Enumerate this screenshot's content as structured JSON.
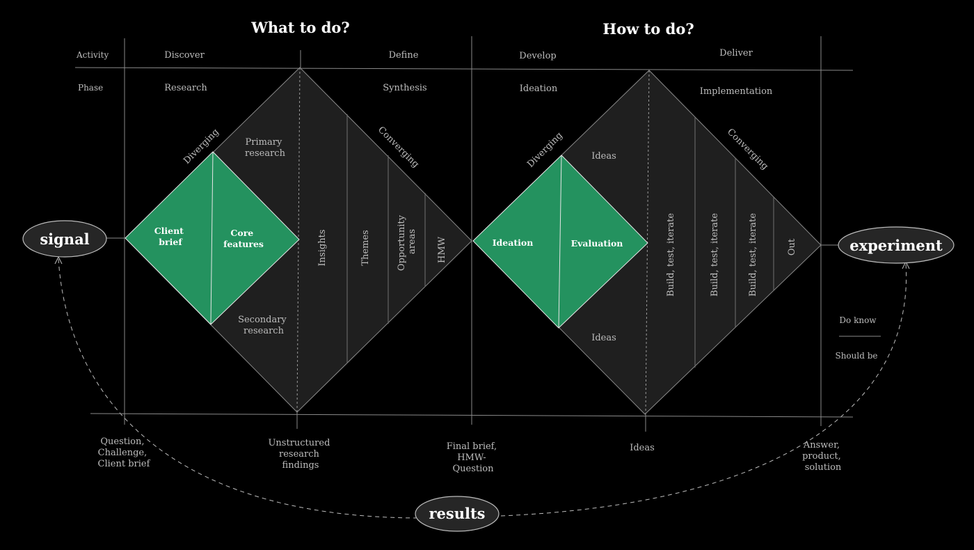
{
  "titles": {
    "what": "What to do?",
    "how": "How to do?"
  },
  "rows": {
    "activity": "Activity",
    "phase": "Phase"
  },
  "activities": {
    "discover": "Discover",
    "define": "Define",
    "develop": "Develop",
    "deliver": "Deliver"
  },
  "phases": {
    "research": "Research",
    "synthesis": "Synthesis",
    "ideation": "Ideation",
    "implementation": "Implementation"
  },
  "diamond1": {
    "diverging": "Diverging",
    "converging": "Converging",
    "primary_research": [
      "Primary",
      "research"
    ],
    "secondary_research": [
      "Secondary",
      "research"
    ],
    "client_brief": [
      "Client",
      "brief"
    ],
    "core_features": [
      "Core",
      "features"
    ],
    "columns": [
      "Insights",
      "Themes",
      "Opportunity areas",
      "HMW"
    ],
    "opportunity_lines": [
      "Opportunity",
      "areas"
    ]
  },
  "diamond2": {
    "diverging": "Diverging",
    "converging": "Converging",
    "ideas_top": "Ideas",
    "ideas_bottom": "Ideas",
    "ideation": "Ideation",
    "evaluation": "Evaluation",
    "columns": [
      "Build, test, iterate",
      "Build, test, iterate",
      "Build, test, iterate",
      "Out"
    ]
  },
  "nodes": {
    "signal": "signal",
    "experiment": "experiment",
    "results": "results"
  },
  "bottom": {
    "question": [
      "Question,",
      "Challenge,",
      "Client brief"
    ],
    "unstructured": [
      "Unstructured",
      "research",
      "findings"
    ],
    "final_brief": [
      "Final brief,",
      "HMW-",
      "Question"
    ],
    "ideas": "Ideas",
    "answer": [
      "Answer,",
      "product,",
      "solution"
    ]
  },
  "side": {
    "do_know": "Do know",
    "should_be": "Should be"
  }
}
